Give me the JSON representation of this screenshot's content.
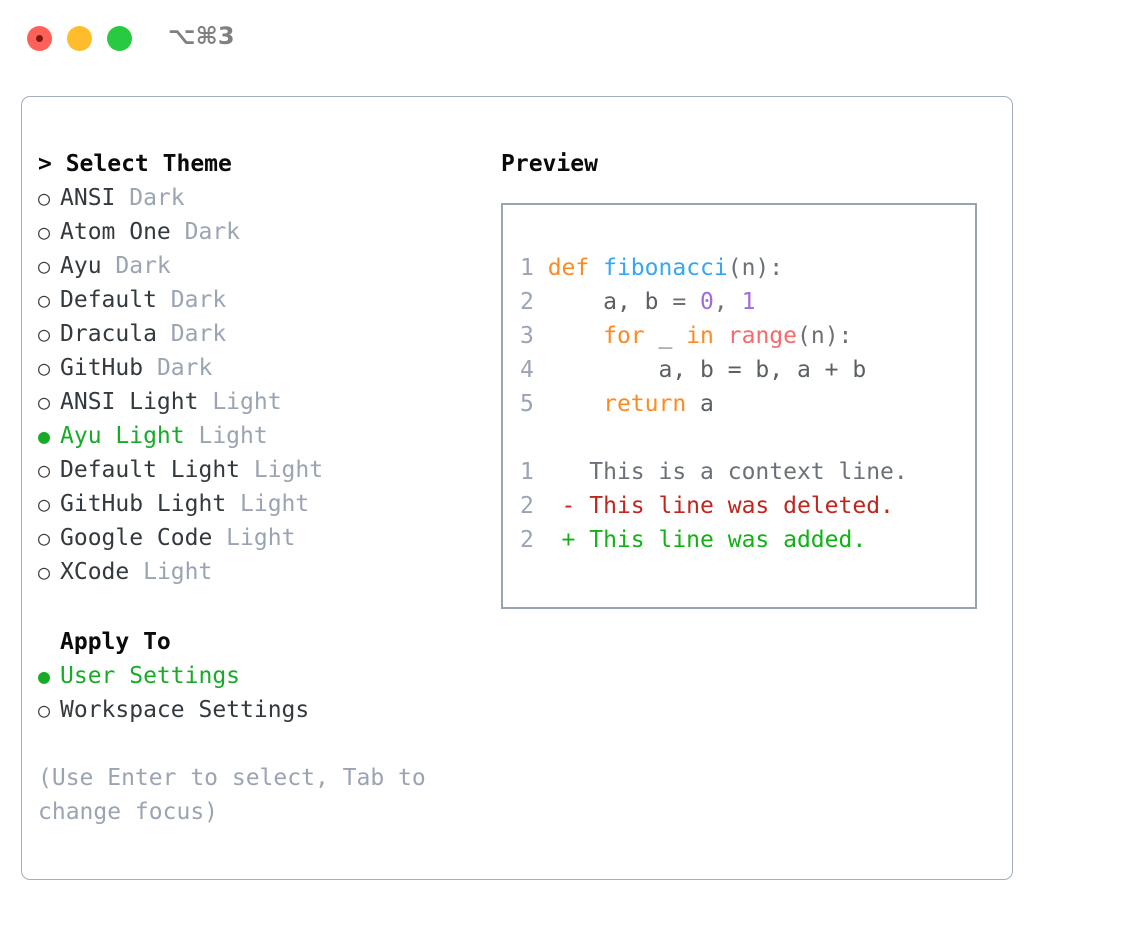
{
  "titlebar": {
    "shortcut": "⌥⌘3",
    "buttons": [
      {
        "name": "close",
        "color": "#ff6058"
      },
      {
        "name": "minimize",
        "color": "#ffbd2e"
      },
      {
        "name": "maximize",
        "color": "#28ca41"
      }
    ]
  },
  "theme_section": {
    "header": "> Select Theme",
    "items": [
      {
        "bullet": "○",
        "name": "ANSI",
        "tag": "Dark",
        "selected": false
      },
      {
        "bullet": "○",
        "name": "Atom One",
        "tag": "Dark",
        "selected": false
      },
      {
        "bullet": "○",
        "name": "Ayu",
        "tag": "Dark",
        "selected": false
      },
      {
        "bullet": "○",
        "name": "Default",
        "tag": "Dark",
        "selected": false
      },
      {
        "bullet": "○",
        "name": "Dracula",
        "tag": "Dark",
        "selected": false
      },
      {
        "bullet": "○",
        "name": "GitHub",
        "tag": "Dark",
        "selected": false
      },
      {
        "bullet": "○",
        "name": "ANSI Light",
        "tag": "Light",
        "selected": false
      },
      {
        "bullet": "●",
        "name": "Ayu Light",
        "tag": "Light",
        "selected": true
      },
      {
        "bullet": "○",
        "name": "Default Light",
        "tag": "Light",
        "selected": false
      },
      {
        "bullet": "○",
        "name": "GitHub Light",
        "tag": "Light",
        "selected": false
      },
      {
        "bullet": "○",
        "name": "Google Code",
        "tag": "Light",
        "selected": false
      },
      {
        "bullet": "○",
        "name": "XCode",
        "tag": "Light",
        "selected": false
      }
    ]
  },
  "apply_section": {
    "header": "Apply To",
    "items": [
      {
        "bullet": "●",
        "name": "User Settings",
        "tag": "",
        "selected": true
      },
      {
        "bullet": "○",
        "name": "Workspace Settings",
        "tag": "",
        "selected": false
      }
    ]
  },
  "hint": "(Use Enter to select, Tab to change focus)",
  "preview": {
    "title": "Preview",
    "code_lines": [
      {
        "no": "1",
        "tokens": [
          {
            "t": "def",
            "c": "kw"
          },
          {
            "t": " ",
            "c": "plain"
          },
          {
            "t": "fibonacci",
            "c": "fn"
          },
          {
            "t": "(n):",
            "c": "punc"
          }
        ]
      },
      {
        "no": "2",
        "tokens": [
          {
            "t": "    a, b ",
            "c": "var"
          },
          {
            "t": "= ",
            "c": "op"
          },
          {
            "t": "0",
            "c": "num"
          },
          {
            "t": ", ",
            "c": "op"
          },
          {
            "t": "1",
            "c": "num"
          }
        ]
      },
      {
        "no": "3",
        "tokens": [
          {
            "t": "    ",
            "c": "plain"
          },
          {
            "t": "for",
            "c": "kw"
          },
          {
            "t": " _ ",
            "c": "var"
          },
          {
            "t": "in",
            "c": "kw"
          },
          {
            "t": " ",
            "c": "plain"
          },
          {
            "t": "range",
            "c": "builtin"
          },
          {
            "t": "(n):",
            "c": "punc"
          }
        ]
      },
      {
        "no": "4",
        "tokens": [
          {
            "t": "        a, b = b, a + b",
            "c": "var"
          }
        ]
      },
      {
        "no": "5",
        "tokens": [
          {
            "t": "    ",
            "c": "plain"
          },
          {
            "t": "return",
            "c": "kw"
          },
          {
            "t": " a",
            "c": "var"
          }
        ]
      }
    ],
    "diff_lines": [
      {
        "no": "1",
        "marker": " ",
        "text": "This is a context line.",
        "kind": "context"
      },
      {
        "no": "2",
        "marker": "-",
        "text": "This line was deleted.",
        "kind": "deleted"
      },
      {
        "no": "2",
        "marker": "+",
        "text": "This line was added.",
        "kind": "added"
      }
    ]
  },
  "colors": {
    "accent_green": "#17ab28",
    "muted": "#9aa4b2",
    "keyword": "#fb8b24",
    "function": "#38a7f0",
    "number": "#a06bdc",
    "builtin": "#f8696b",
    "diff_added": "#10b215",
    "diff_deleted": "#c0261e",
    "border": "#98a4b4"
  }
}
